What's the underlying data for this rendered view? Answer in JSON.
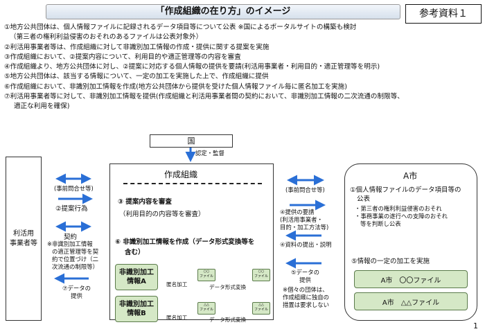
{
  "header": {
    "title": "「作成組織の在り方」のイメージ",
    "reference_label": "参考資料１"
  },
  "steps": [
    "①地方公共団体は、個人情報ファイルに記録されるデータ項目等について公表 ※国によるポータルサイトの構築も検討",
    "（第三者の権利利益侵害のおそれのあるファイルは公表対象外）",
    "②利活用事業者等は、作成組織に対して非識別加工情報の作成・提供に関する提案を実施",
    "③作成組織において、②提案内容について、利用目的や適正管理等の内容を審査",
    "④作成組織より、地方公共団体に対し、②提案に対応する個人情報の提供を要請(利活用事業者・利用目的・適正管理等を明示)",
    "⑤地方公共団体は、該当する情報について、一定の加工を実施した上で、作成組織に提供",
    "⑥作成組織において、非識別加工情報を作成(地方公共団体から提供を受けた個人情報ファイル毎に匿名加工を実施)",
    "⑦利活用事業者等に対して、非識別加工情報を提供(作成組織と利活用事業者間の契約において、非識別加工情報の二次流通の制限等、",
    "適正な利用を確保)"
  ],
  "diagram": {
    "kuni": "国",
    "kuni_caption": "認定・監督",
    "riyou_line1": "利活用",
    "riyou_line2": "事業者等",
    "main_title": "作成組織",
    "step3_title": "③ 提案内容を審査",
    "step3_sub": "（利用目的の内容等を審査）",
    "step6_title_line1": "⑥ 非識別加工情報を作成（データ形式変換等を",
    "step6_title_line2": "含む）",
    "product_a_line1": "非識別加工",
    "product_a_line2": "情報A",
    "product_b_line1": "非識別加工",
    "product_b_line2": "情報B",
    "anon_label_a": "匿名加工",
    "anon_label_b": "匿名加工",
    "convert_label_a": "データ形式変換",
    "convert_label_b": "データ形式変換",
    "file_oo": "○○",
    "file_aa": "△△",
    "file_word": "ファイル",
    "left_pre_consult": "(事前問合せ等)",
    "left_step2": "②提案行為",
    "left_contract": "契約",
    "left_contract_note": [
      "※非識別加工情報",
      "の適正管理等を契",
      "約で位置づけ（二",
      "次流通の制限等）"
    ],
    "left_step7_line1": "⑦データの",
    "left_step7_line2": "提供",
    "right_pre_consult": "(事前問合せ等)",
    "right_step4": [
      "④提供の要請",
      "(利活用事業者・",
      "目的・加工方法等)"
    ],
    "right_step4b": "④資料の提出・説明",
    "right_step5_line1": "⑤データの",
    "right_step5_line2": "提供",
    "right_note": [
      "※個々の団体は、",
      "作成組織に独自の",
      "措置は要求しない"
    ],
    "city_title": "A市",
    "city_step1": [
      "①個人情報ファイルのデータ項目等の",
      "公表"
    ],
    "city_bullets": [
      "・第三者の権利利益侵害のおそれ",
      "・事務事業の遂行への支障のおそれ",
      "等を判断し公表"
    ],
    "city_step5": "⑤情報の一定の加工を実施",
    "city_file1": "A市　〇〇ファイル",
    "city_file2": "A市　△△ファイル"
  },
  "page_number": "1",
  "colors": {
    "arrow": "#2a6fd6",
    "product_fill": "#d5e8c6",
    "product_border": "#5a7a4a"
  }
}
